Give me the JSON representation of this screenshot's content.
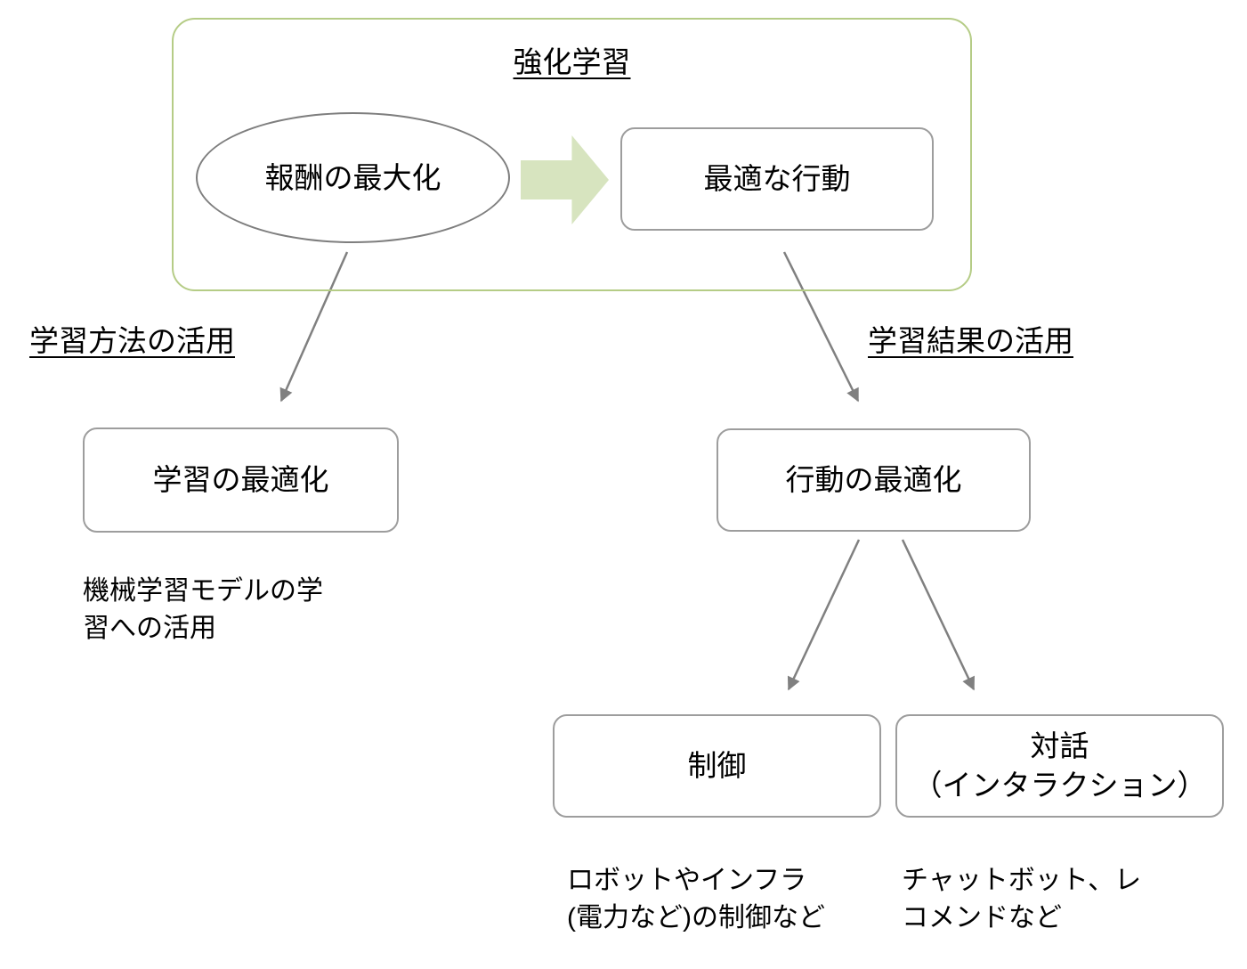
{
  "diagram": {
    "title": "強化学習",
    "colors": {
      "group_border": "#B5CC86",
      "flow_arrow_fill": "#D7E4BF",
      "node_border": "#9D9D9D",
      "ellipse_border": "#7E7E7E",
      "connector_line": "#808080",
      "text": "#000000",
      "background": "#FFFFFF"
    },
    "group": {
      "title": "強化学習",
      "nodes": {
        "reward": "報酬の最大化",
        "optimal_action": "最適な行動"
      },
      "flow_arrow_icon": "right-block-arrow"
    },
    "branch_labels": {
      "left": "学習方法の活用",
      "right": "学習結果の活用"
    },
    "nodes": {
      "learning_optimization": "学習の最適化",
      "action_optimization": "行動の最適化",
      "control": "制御",
      "interaction": "対話\n（インタラクション）"
    },
    "captions": {
      "learning_optimization": "機械学習モデルの学\n習への活用",
      "control": "ロボットやインフラ\n(電力など)の制御など",
      "interaction": "チャットボット、レ\nコメンドなど"
    },
    "connectors": [
      {
        "from": "reward",
        "to": "learning_optimization",
        "style": "arrow"
      },
      {
        "from": "optimal_action",
        "to": "action_optimization",
        "style": "arrow"
      },
      {
        "from": "action_optimization",
        "to": "control",
        "style": "arrow"
      },
      {
        "from": "action_optimization",
        "to": "interaction",
        "style": "arrow"
      },
      {
        "from": "reward",
        "to": "optimal_action",
        "style": "block-arrow"
      }
    ]
  }
}
